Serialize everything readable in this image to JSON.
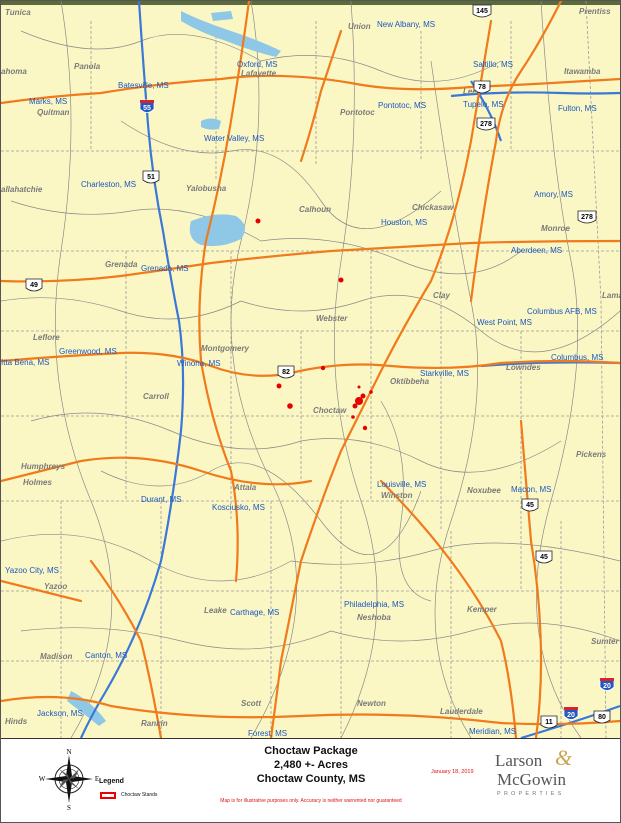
{
  "map": {
    "cities": [
      {
        "id": "new-albany",
        "label": "New Albany, MS"
      },
      {
        "id": "batesville",
        "label": "Batesville, MS"
      },
      {
        "id": "oxford",
        "label": "Oxford, MS"
      },
      {
        "id": "saltillo",
        "label": "Saltillo, MS"
      },
      {
        "id": "marks",
        "label": "Marks, MS"
      },
      {
        "id": "pontotoc",
        "label": "Pontotoc, MS"
      },
      {
        "id": "tupelo",
        "label": "Tupelo, MS"
      },
      {
        "id": "fulton",
        "label": "Fulton, MS"
      },
      {
        "id": "water-valley",
        "label": "Water Valley, MS"
      },
      {
        "id": "charleston",
        "label": "Charleston, MS"
      },
      {
        "id": "amory",
        "label": "Amory, MS"
      },
      {
        "id": "houston",
        "label": "Houston, MS"
      },
      {
        "id": "aberdeen",
        "label": "Aberdeen, MS"
      },
      {
        "id": "grenada",
        "label": "Grenada, MS"
      },
      {
        "id": "columbus-afb",
        "label": "Columbus AFB, MS"
      },
      {
        "id": "west-point",
        "label": "West Point, MS"
      },
      {
        "id": "greenwood",
        "label": "Greenwood, MS"
      },
      {
        "id": "itta-bena",
        "label": "Itta Bena, MS"
      },
      {
        "id": "columbus",
        "label": "Columbus, MS"
      },
      {
        "id": "winona",
        "label": "Winona, MS"
      },
      {
        "id": "starkville",
        "label": "Starkville, MS"
      },
      {
        "id": "louisville",
        "label": "Louisville, MS"
      },
      {
        "id": "macon",
        "label": "Macon, MS"
      },
      {
        "id": "durant",
        "label": "Durant, MS"
      },
      {
        "id": "kosciusko",
        "label": "Kosciusko, MS"
      },
      {
        "id": "yazoo-city",
        "label": "Yazoo City, MS"
      },
      {
        "id": "carthage",
        "label": "Carthage, MS"
      },
      {
        "id": "philadelphia",
        "label": "Philadelphia, MS"
      },
      {
        "id": "canton",
        "label": "Canton, MS"
      },
      {
        "id": "jackson",
        "label": "Jackson, MS"
      },
      {
        "id": "forest",
        "label": "Forest, MS"
      },
      {
        "id": "meridian",
        "label": "Meridian, MS"
      }
    ],
    "counties": [
      {
        "id": "tunica",
        "label": "Tunica"
      },
      {
        "id": "prentiss",
        "label": "Prentiss"
      },
      {
        "id": "union",
        "label": "Union"
      },
      {
        "id": "panola",
        "label": "Panola"
      },
      {
        "id": "lafayette",
        "label": "Lafayette"
      },
      {
        "id": "itawamba",
        "label": "Itawamba"
      },
      {
        "id": "coahoma",
        "label": "ahoma"
      },
      {
        "id": "quitman",
        "label": "Quitman"
      },
      {
        "id": "lee",
        "label": "Lee"
      },
      {
        "id": "pontotoc-co",
        "label": "Pontotoc"
      },
      {
        "id": "yalobusha",
        "label": "Yalobusha"
      },
      {
        "id": "tallahatchie",
        "label": "allahatchie"
      },
      {
        "id": "calhoun",
        "label": "Calhoun"
      },
      {
        "id": "chickasaw",
        "label": "Chickasaw"
      },
      {
        "id": "monroe",
        "label": "Monroe"
      },
      {
        "id": "grenada-co",
        "label": "Grenada"
      },
      {
        "id": "clay",
        "label": "Clay"
      },
      {
        "id": "lamar",
        "label": "Lama"
      },
      {
        "id": "webster",
        "label": "Webster"
      },
      {
        "id": "leflore",
        "label": "Leflore"
      },
      {
        "id": "montgomery",
        "label": "Montgomery"
      },
      {
        "id": "oktibbeha",
        "label": "Oktibbeha"
      },
      {
        "id": "lowndes",
        "label": "Lowndes"
      },
      {
        "id": "carroll",
        "label": "Carroll"
      },
      {
        "id": "choctaw",
        "label": "Choctaw"
      },
      {
        "id": "pickens",
        "label": "Pickens"
      },
      {
        "id": "humphreys",
        "label": "Humphreys"
      },
      {
        "id": "holmes",
        "label": "Holmes"
      },
      {
        "id": "attala",
        "label": "Attala"
      },
      {
        "id": "winston",
        "label": "Winston"
      },
      {
        "id": "noxubee",
        "label": "Noxubee"
      },
      {
        "id": "yazoo",
        "label": "Yazoo"
      },
      {
        "id": "leake",
        "label": "Leake"
      },
      {
        "id": "neshoba",
        "label": "Neshoba"
      },
      {
        "id": "kemper",
        "label": "Kemper"
      },
      {
        "id": "sumter",
        "label": "Sumter"
      },
      {
        "id": "madison",
        "label": "Madison"
      },
      {
        "id": "scott",
        "label": "Scott"
      },
      {
        "id": "newton",
        "label": "Newton"
      },
      {
        "id": "lauderdale",
        "label": "Lauderdale"
      },
      {
        "id": "hinds",
        "label": "Hinds"
      },
      {
        "id": "rankin",
        "label": "Rankin"
      }
    ],
    "shields": [
      {
        "id": "us-145",
        "num": "145",
        "type": "us"
      },
      {
        "id": "us-78",
        "num": "78",
        "type": "us"
      },
      {
        "id": "i-55",
        "num": "55",
        "type": "interstate"
      },
      {
        "id": "us-278-a",
        "num": "278",
        "type": "us"
      },
      {
        "id": "us-51",
        "num": "51",
        "type": "us"
      },
      {
        "id": "us-278-b",
        "num": "278",
        "type": "us"
      },
      {
        "id": "us-49",
        "num": "49",
        "type": "us"
      },
      {
        "id": "us-82",
        "num": "82",
        "type": "us"
      },
      {
        "id": "us-45-a",
        "num": "45",
        "type": "us"
      },
      {
        "id": "us-45-b",
        "num": "45",
        "type": "us"
      },
      {
        "id": "i-20-a",
        "num": "20",
        "type": "interstate"
      },
      {
        "id": "i-20-b",
        "num": "20",
        "type": "interstate"
      },
      {
        "id": "us-11",
        "num": "11",
        "type": "us"
      },
      {
        "id": "us-80",
        "num": "80",
        "type": "us"
      }
    ],
    "colors": {
      "land": "#fbf7c4",
      "major_road": "#f07a1c",
      "interstate": "#3a78d8",
      "water": "#8ec8e6",
      "parcel": "#e60000",
      "minor_road": "#7f7f7f"
    }
  },
  "footer": {
    "title_line1": "Choctaw Package",
    "title_line2": "2,480 +- Acres",
    "title_line3": "Choctaw County, MS",
    "date": "January 18, 2019",
    "disclaimer": "Map is for illustrative purposes only.  Accuracy is neither warrented nor guaranteed",
    "legend_title": "Legend",
    "legend_item": "Choctaw Stands",
    "compass": {
      "n": "N",
      "s": "S",
      "e": "E",
      "w": "W",
      "icon": "compass-rose-icon"
    },
    "logo": {
      "line1": "Larson",
      "amp": "&",
      "line2": "McGowin",
      "sub": "PROPERTIES"
    }
  }
}
